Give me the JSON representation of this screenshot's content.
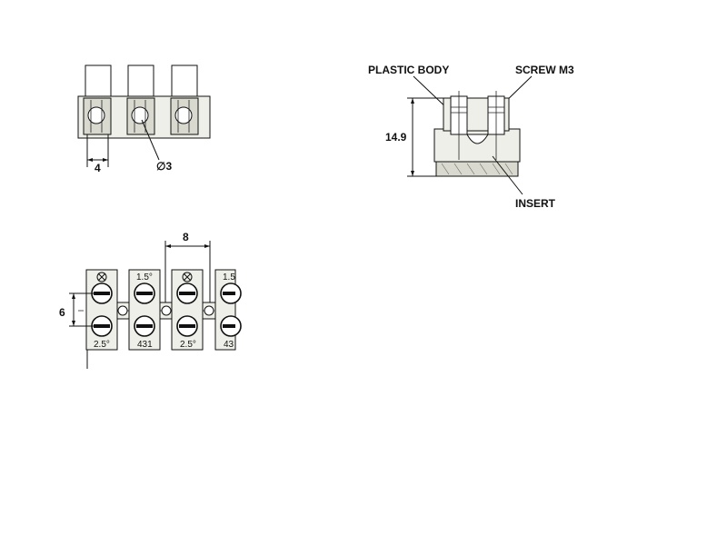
{
  "front_view": {
    "pitch_dim": "4",
    "hole_dim": "∅3"
  },
  "side_view": {
    "plastic_body_label": "PLASTIC BODY",
    "screw_label": "SCREW M3",
    "height_dim": "14.9",
    "insert_label": "INSERT"
  },
  "top_view": {
    "spacing_dim": "8",
    "height_dim": "6",
    "top_marks": [
      "1.5°",
      "1.5"
    ],
    "bottom_marks": [
      "2.5°",
      "431",
      "2.5°",
      "43"
    ]
  },
  "colors": {
    "line": "#111111",
    "body": "#efefe9",
    "background": "#ffffff"
  }
}
